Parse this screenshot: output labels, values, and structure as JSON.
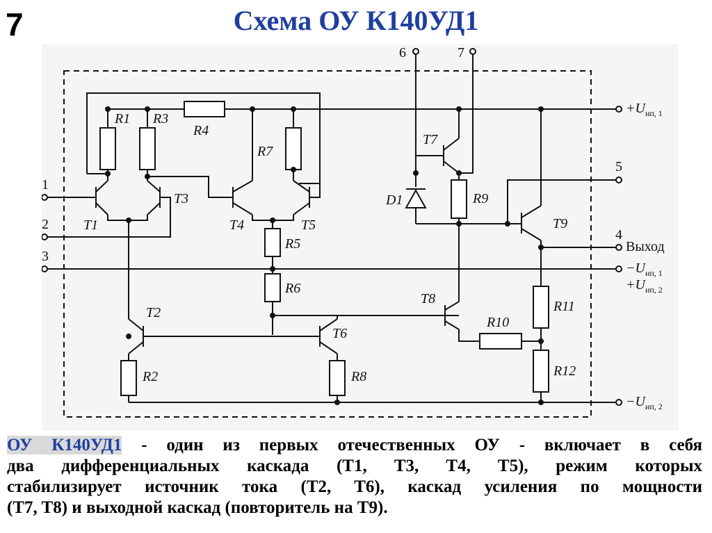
{
  "slide": {
    "number": "7",
    "title": "Схема ОУ К140УД1"
  },
  "diagram": {
    "components": {
      "r1": "R1",
      "r2": "R2",
      "r3": "R3",
      "r4": "R4",
      "r5": "R5",
      "r6": "R6",
      "r7": "R7",
      "r8": "R8",
      "r9": "R9",
      "r10": "R10",
      "r11": "R11",
      "r12": "R12",
      "t1": "T1",
      "t2": "T2",
      "t3": "T3",
      "t4": "T4",
      "t5": "T5",
      "t6": "T6",
      "t7": "T7",
      "t8": "T8",
      "t9": "T9",
      "d1": "D1"
    },
    "pins": {
      "p1": "1",
      "p2": "2",
      "p3": "3",
      "p4": "4",
      "p5": "5",
      "p6": "6",
      "p7": "7"
    },
    "supply": {
      "plus_u1_prefix": "+U",
      "plus_u1_sub": "ип, 1",
      "minus_u1_prefix": "−U",
      "minus_u1_sub": "ип, 1",
      "plus_u2_prefix": "+U",
      "plus_u2_sub": "ип, 2",
      "minus_u2_prefix": "−U",
      "minus_u2_sub": "ип, 2"
    },
    "output_label": "Выход"
  },
  "caption": {
    "highlight": "ОУ К140УД1",
    "line1_rest": " - один из первых отечественных ОУ - включает в себя",
    "line2": "два дифференциальных каскада (T1, T3, T4, T5), режим которых",
    "line3": "стабилизирует источник тока (T2, T6), каскад усиления по мощности",
    "line4": "(T7, T8) и выходной каскад (повторитель на T9)."
  }
}
